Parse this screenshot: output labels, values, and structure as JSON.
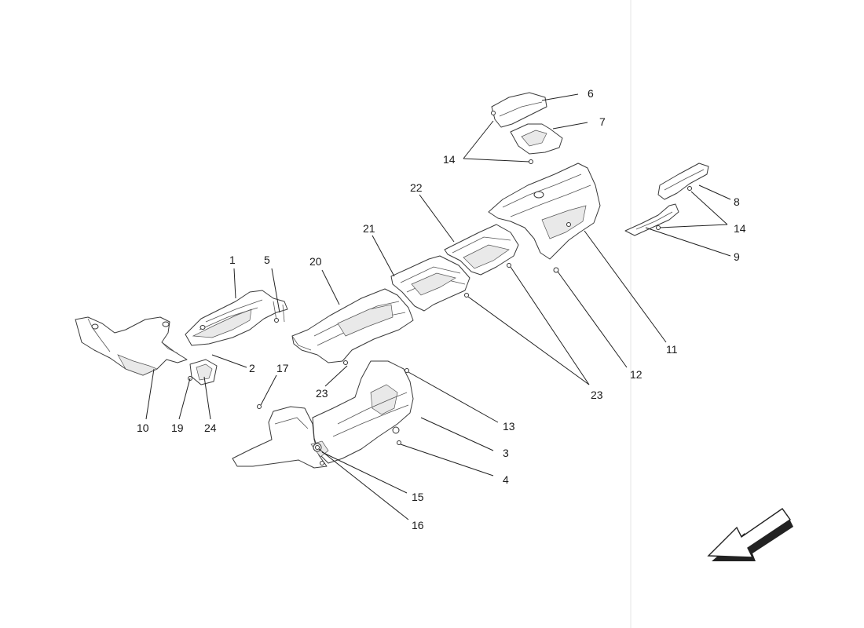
{
  "labels": {
    "l1": "1",
    "l2": "2",
    "l3": "3",
    "l4": "4",
    "l5": "5",
    "l6": "6",
    "l7": "7",
    "l8": "8",
    "l9": "9",
    "l10": "10",
    "l11": "11",
    "l12": "12",
    "l13": "13",
    "l14a": "14",
    "l14b": "14",
    "l15": "15",
    "l16": "16",
    "l17": "17",
    "l19": "19",
    "l20": "20",
    "l21": "21",
    "l22": "22",
    "l23a": "23",
    "l23b": "23",
    "l24": "24"
  },
  "colors": {
    "line": "#3a3a3a",
    "background": "#ffffff",
    "text": "#1a1a1a"
  },
  "icons": {
    "direction": "direction-arrow-icon"
  }
}
